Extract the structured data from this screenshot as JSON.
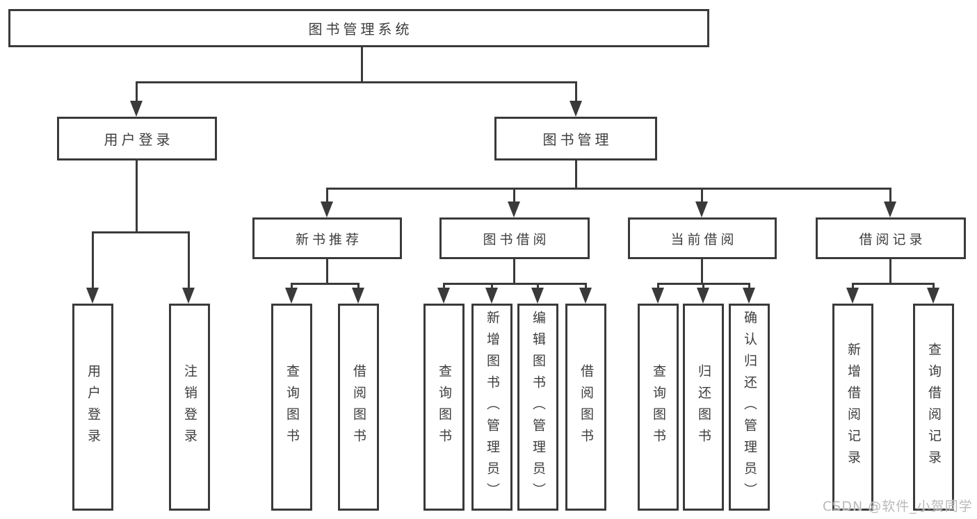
{
  "diagram": {
    "root_label": "图书管理系统",
    "level2": [
      {
        "label": "用户登录"
      },
      {
        "label": "图书管理"
      }
    ],
    "level3": [
      {
        "label": "新书推荐",
        "parent": "图书管理"
      },
      {
        "label": "图书借阅",
        "parent": "图书管理"
      },
      {
        "label": "当前借阅",
        "parent": "图书管理"
      },
      {
        "label": "借阅记录",
        "parent": "图书管理"
      }
    ],
    "leaves": [
      {
        "label": "用户登录",
        "parent": "用户登录"
      },
      {
        "label": "注销登录",
        "parent": "用户登录"
      },
      {
        "label": "查询图书",
        "parent": "新书推荐"
      },
      {
        "label": "借阅图书",
        "parent": "新书推荐"
      },
      {
        "label": "查询图书",
        "parent": "图书借阅"
      },
      {
        "label": "新增图书（管理员）",
        "parent": "图书借阅"
      },
      {
        "label": "编辑图书（管理员）",
        "parent": "图书借阅"
      },
      {
        "label": "借阅图书",
        "parent": "图书借阅"
      },
      {
        "label": "查询图书",
        "parent": "当前借阅"
      },
      {
        "label": "归还图书",
        "parent": "当前借阅"
      },
      {
        "label": "确认归还（管理员）",
        "parent": "当前借阅"
      },
      {
        "label": "新增借阅记录",
        "parent": "借阅记录"
      },
      {
        "label": "查询借阅记录",
        "parent": "借阅记录"
      }
    ],
    "colors": {
      "line": "#3a3a3a",
      "text": "#3d3d3d",
      "background": "#ffffff",
      "watermark": "#b9b9b9"
    }
  },
  "watermark": {
    "text": "CSDN @软件_小贺同学"
  }
}
